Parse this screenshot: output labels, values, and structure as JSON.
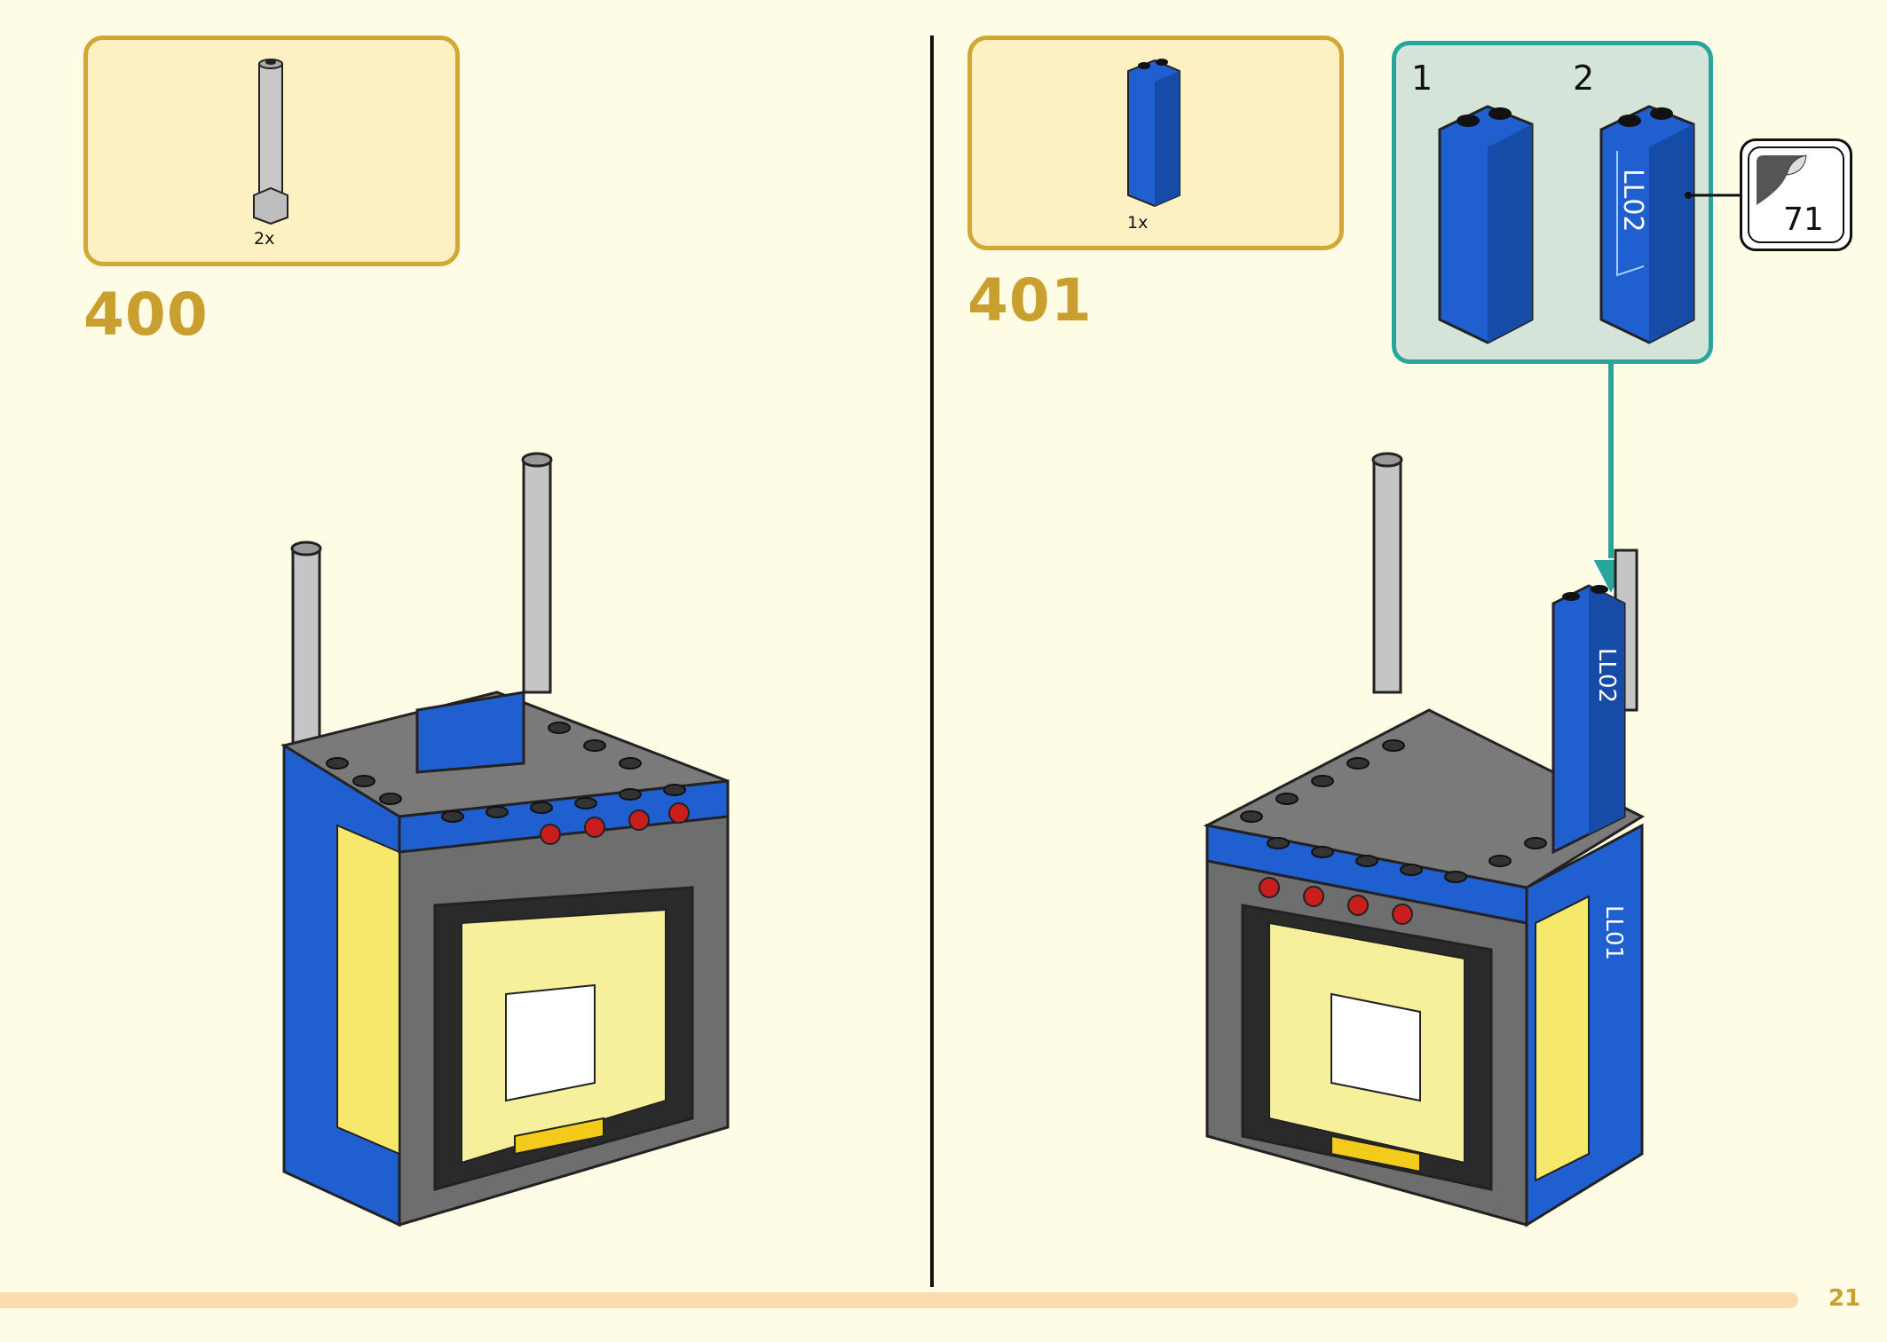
{
  "steps": [
    {
      "number": "400",
      "part_qty": "2x"
    },
    {
      "number": "401",
      "part_qty": "1x"
    }
  ],
  "sub_steps": [
    "1",
    "2"
  ],
  "sticker": {
    "number": "71",
    "print_text": "LL02"
  },
  "model_sticker_text": "LL01",
  "page_number": "21",
  "colors": {
    "accent": "#d1a832",
    "teal": "#2aa59d",
    "brick_blue": "#1f5fd0",
    "background": "#fffce6"
  }
}
